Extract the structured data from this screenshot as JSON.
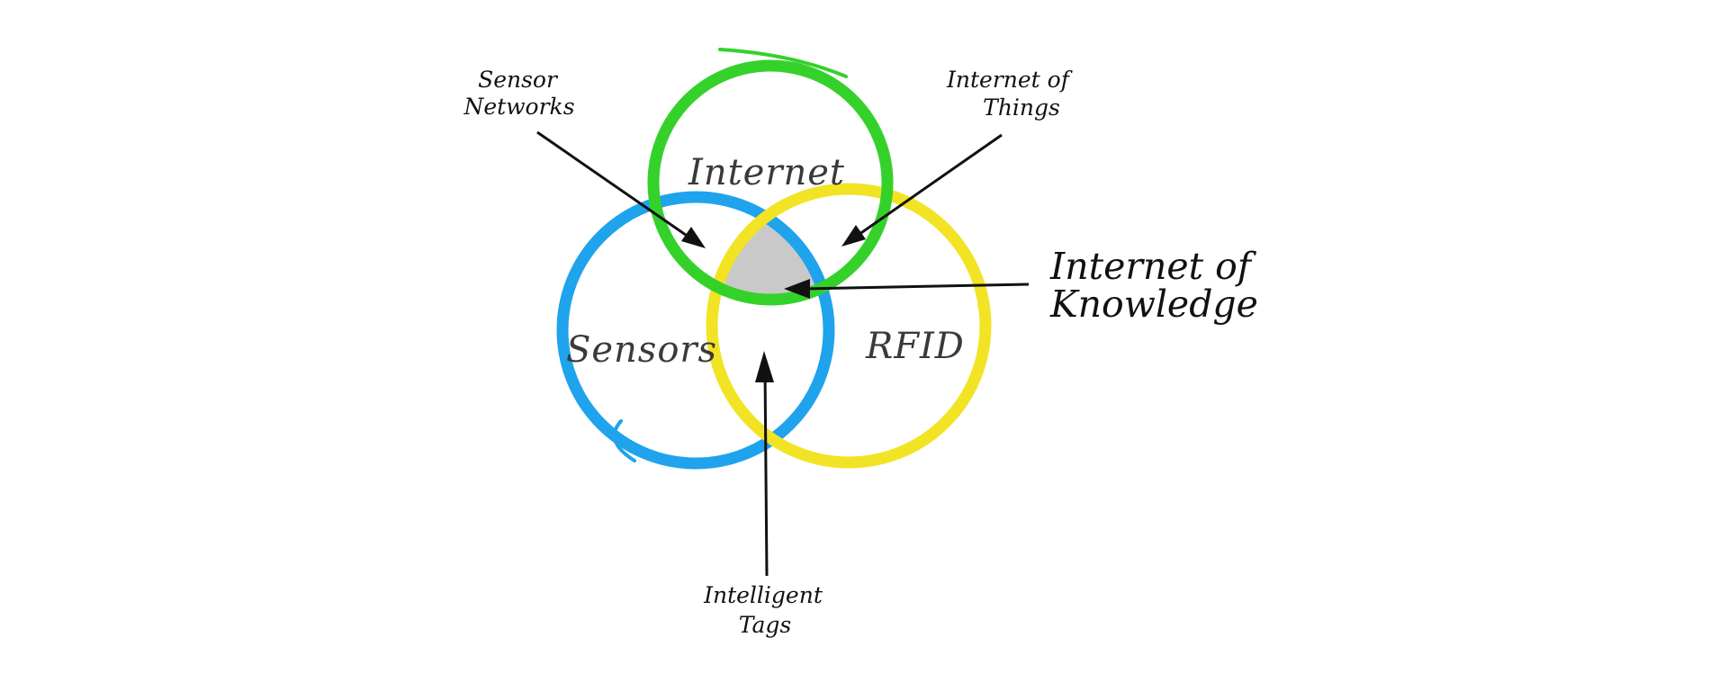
{
  "circles": {
    "internet": {
      "label": "Internet",
      "color": "#35d12b"
    },
    "sensors": {
      "label": "Sensors",
      "color": "#1fa3ec"
    },
    "rfid": {
      "label": "RFID",
      "color": "#f2e324"
    }
  },
  "intersection": {
    "color": "#c9c9c9"
  },
  "callouts": {
    "sensor_networks": {
      "line1": "Sensor",
      "line2": "Networks"
    },
    "internet_of_things": {
      "line1": "Internet of",
      "line2": "Things"
    },
    "internet_of_knowledge": {
      "line1": "Internet of",
      "line2": "Knowledge"
    },
    "intelligent_tags": {
      "line1": "Intelligent",
      "line2": "Tags"
    }
  }
}
